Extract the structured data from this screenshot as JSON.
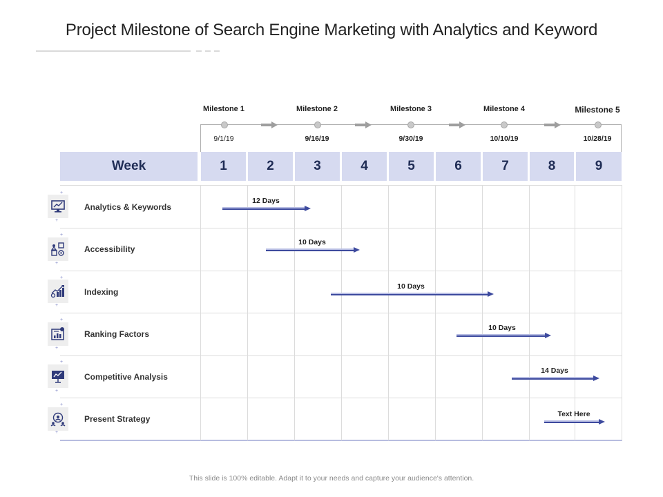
{
  "title": "Project Milestone of Search Engine Marketing with Analytics and Keyword",
  "milestones": [
    {
      "label": "Milestone 1",
      "date": "9/1/19"
    },
    {
      "label": "Milestone 2",
      "date": "9/16/19"
    },
    {
      "label": "Milestone 3",
      "date": "9/30/19"
    },
    {
      "label": "Milestone 4",
      "date": "10/10/19"
    },
    {
      "label": "Milestone 5",
      "date": "10/28/19"
    }
  ],
  "week_header": "Week",
  "weeks": [
    "1",
    "2",
    "3",
    "4",
    "5",
    "6",
    "7",
    "8",
    "9"
  ],
  "tasks": [
    {
      "label": "Analytics & Keywords",
      "icon": "monitor-analytics-icon",
      "duration": "12 Days"
    },
    {
      "label": "Accessibility",
      "icon": "accessibility-icon",
      "duration": "10 Days"
    },
    {
      "label": "Indexing",
      "icon": "indexing-chart-icon",
      "duration": "10 Days"
    },
    {
      "label": "Ranking Factors",
      "icon": "ranking-report-icon",
      "duration": "10 Days"
    },
    {
      "label": "Competitive Analysis",
      "icon": "presentation-board-icon",
      "duration": "14 Days"
    },
    {
      "label": "Present Strategy",
      "icon": "team-strategy-icon",
      "duration": "Text Here"
    }
  ],
  "colors": {
    "week_bg": "#d6daf0",
    "week_text": "#1f2c55",
    "bar_dark": "#3d4a9e",
    "bar_light": "#b7bde3",
    "milestone_arrow": "#9e9e9e",
    "icon_bg": "#eeeeee",
    "icon_fg": "#2f3a7a"
  },
  "footer": "This slide is 100% editable. Adapt it to your needs and capture your audience's attention."
}
